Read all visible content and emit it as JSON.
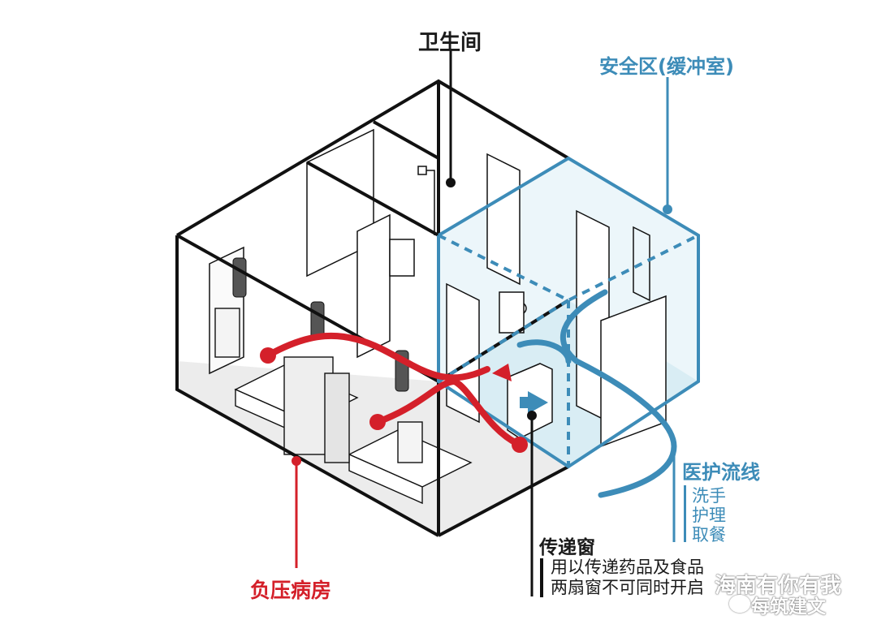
{
  "labels": {
    "bathroom": "卫生间",
    "buffer_zone": "安全区(缓冲室)",
    "medical_route": "医护流线",
    "negative_pressure_ward": "负压病房",
    "pass_window": "传递窗"
  },
  "medical_route_items": [
    "洗手",
    "护理",
    "取餐"
  ],
  "pass_window_notes": [
    "用以传递药品及食品",
    "两扇窗不可同时开启"
  ],
  "watermark": {
    "line1": "海南有你有我",
    "line2": "每筑建文"
  },
  "colors": {
    "red": "#d4202a",
    "blue": "#3d8cb8",
    "light_blue": "#cfe6f0",
    "black": "#111111"
  }
}
